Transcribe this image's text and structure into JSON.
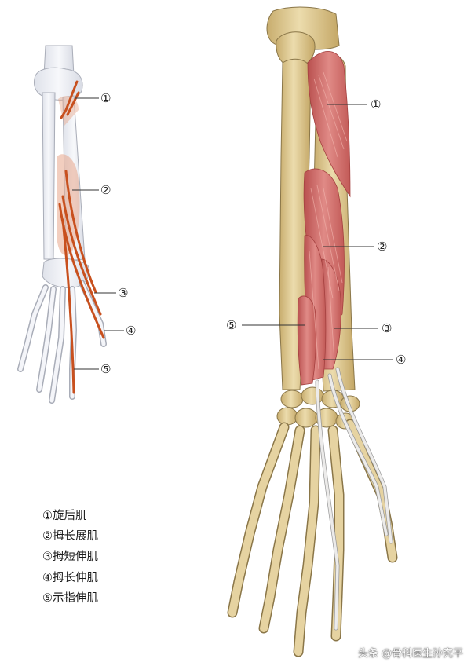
{
  "colors": {
    "bone": "#e6d3a1",
    "bone_shade": "#c9b27a",
    "bone_outline": "#8a7648",
    "muscle": "#d9706f",
    "muscle_dark": "#b44a49",
    "tendon": "#ecebea",
    "ghost_bone": "#eef0f5",
    "ghost_outline": "#a9adb8",
    "artery": "#c8501e",
    "leader": "#333333"
  },
  "left_figure": {
    "callouts": [
      "①",
      "②",
      "③",
      "④",
      "⑤"
    ]
  },
  "right_figure": {
    "callouts": [
      "①",
      "②",
      "⑤",
      "③",
      "④"
    ]
  },
  "legend": {
    "items": [
      "①旋后肌",
      "②拇长展肌",
      "③拇短伸肌",
      "④拇长伸肌",
      "⑤示指伸肌"
    ]
  },
  "watermark": "头条 @骨科医生孙究平"
}
